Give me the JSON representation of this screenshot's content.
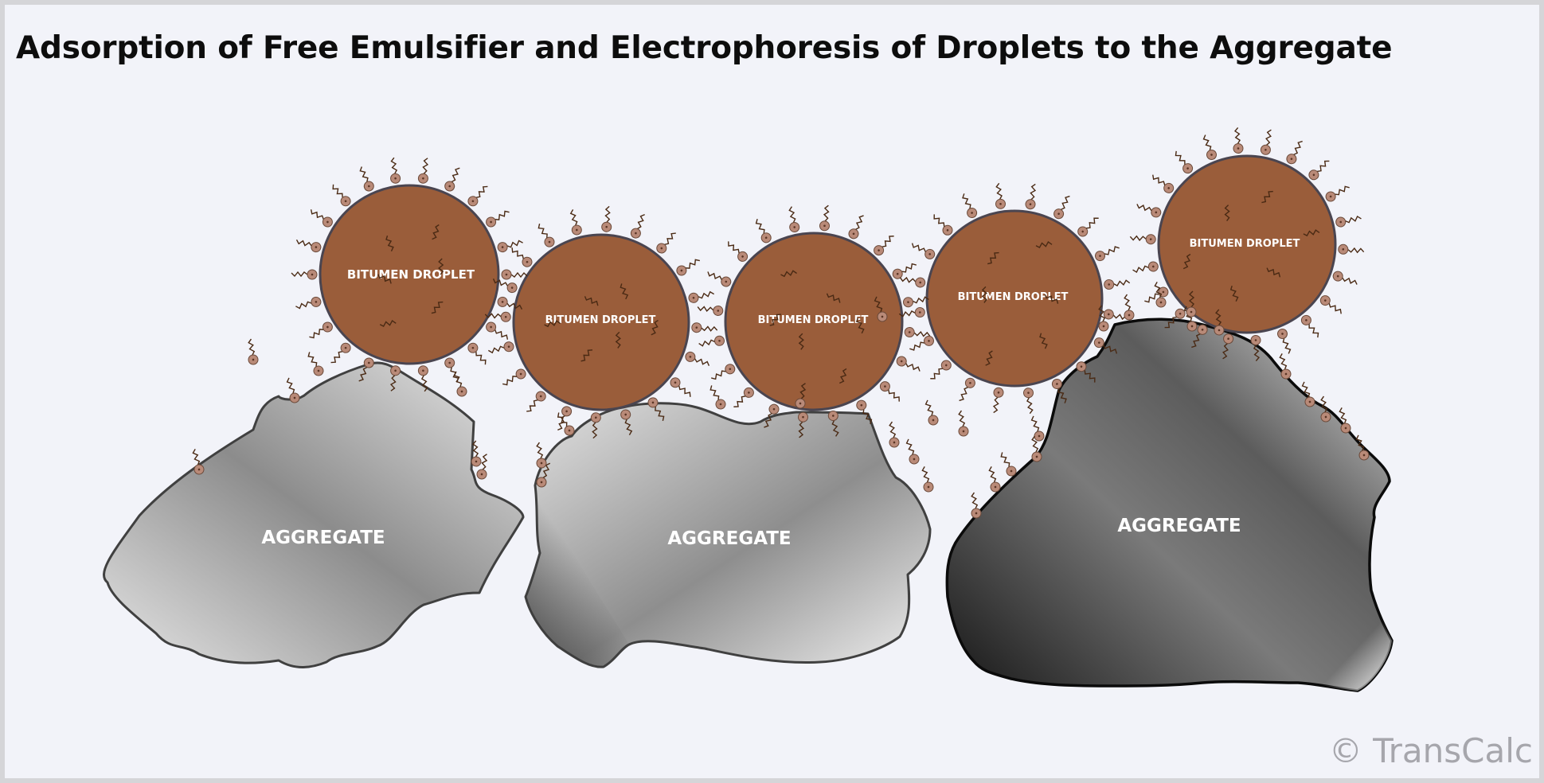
{
  "title": "Adsorption of Free Emulsifier and Electrophoresis of Droplets to the Aggregate",
  "copyright": "© TransCalc",
  "aggregate_label": "AGGREGATE",
  "droplet_label": "BITUMEN DROPLET",
  "aggregates": [
    {
      "label": "AGGREGATE"
    },
    {
      "label": "AGGREGATE"
    },
    {
      "label": "AGGREGATE"
    }
  ],
  "droplets": [
    {
      "label": "BITUMEN DROPLET"
    },
    {
      "label": "BITUMEN DROPLET"
    },
    {
      "label": "BITUMEN DROPLET"
    },
    {
      "label": "BITUMEN DROPLET"
    },
    {
      "label": "BITUMEN DROPLET"
    }
  ],
  "colors": {
    "background": "#f2f3f9",
    "droplet_fill": "#9a5d3a",
    "droplet_stroke": "#4a4550",
    "emulsifier_head": "#b98a78",
    "emulsifier_tail": "#4a2a14",
    "aggregate_light": "#e0e0e0",
    "aggregate_dark": "#2a2a2a",
    "title": "#0d0d0d",
    "copyright": "#a6a6ac"
  },
  "icons": [
    "emulsifier-molecule-icon",
    "copyright-icon"
  ]
}
